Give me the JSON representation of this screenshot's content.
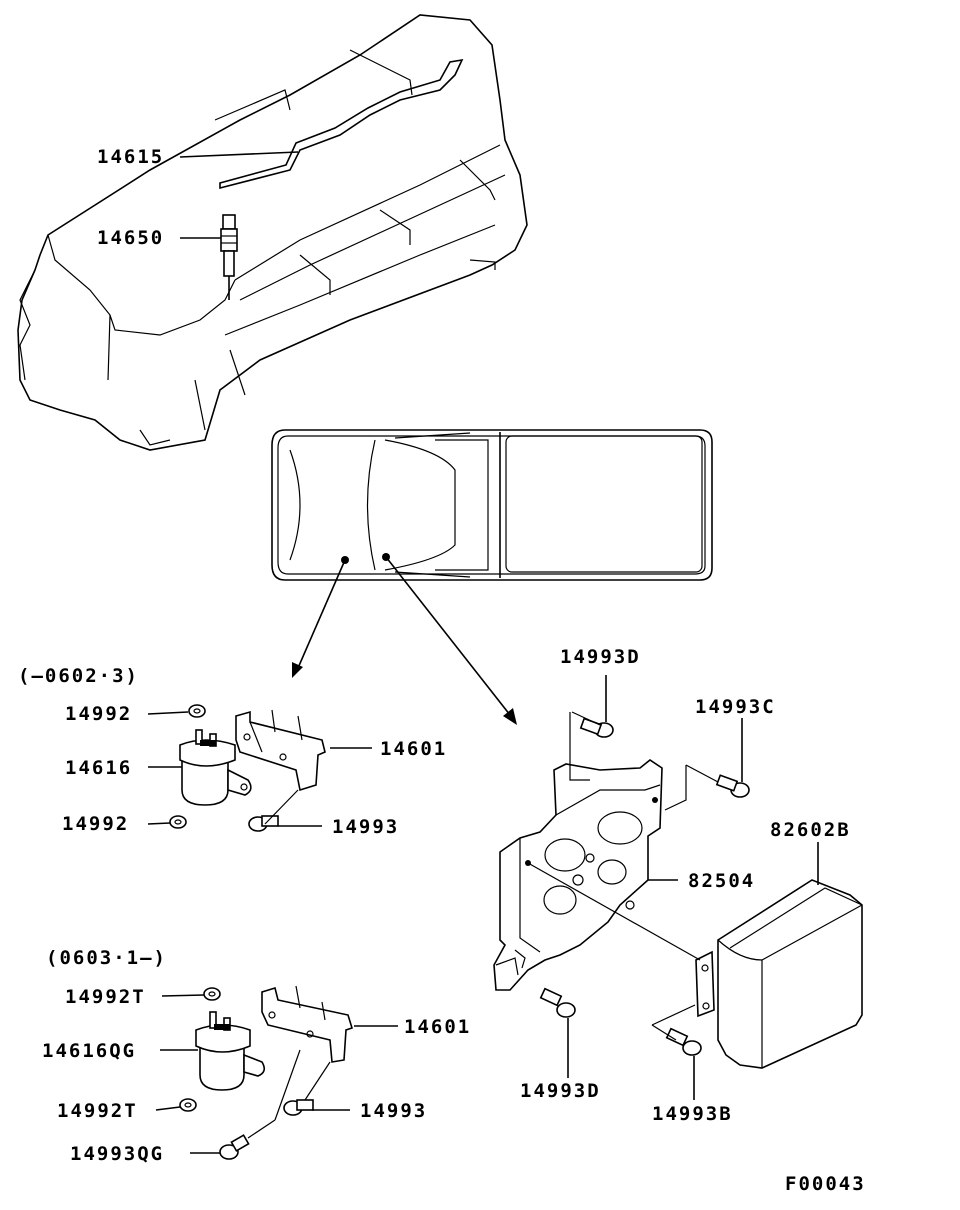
{
  "labels": {
    "l14615": "14615",
    "l14650": "14650",
    "variant_a": "(–0602·3)",
    "l14992_a": "14992",
    "l14616": "14616",
    "l14992_b": "14992",
    "l14601_a": "14601",
    "l14993_a": "14993",
    "variant_b": "(0603·1–)",
    "l14992T_a": "14992T",
    "l14616QG": "14616QG",
    "l14992T_b": "14992T",
    "l14601_b": "14601",
    "l14993_b": "14993",
    "l14993QG": "14993QG",
    "l14993D_top": "14993D",
    "l14993C": "14993C",
    "l82602B": "82602B",
    "l82504": "82504",
    "l14993D_bot": "14993D",
    "l14993B": "14993B",
    "figure_code": "F00043"
  }
}
